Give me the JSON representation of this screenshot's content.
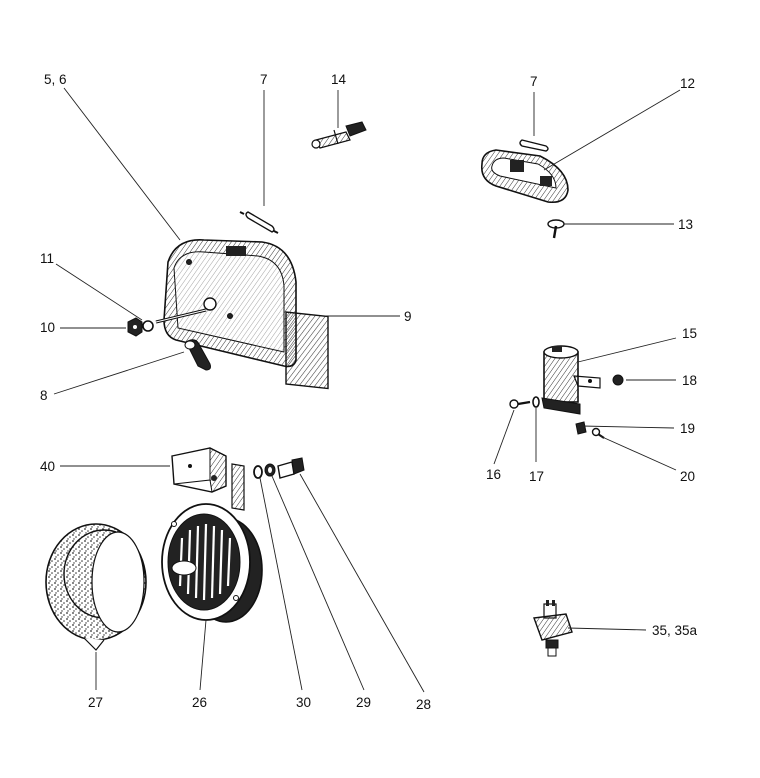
{
  "labels": {
    "l_5_6": "5, 6",
    "l_7a": "7",
    "l_14": "14",
    "l_7b": "7",
    "l_12": "12",
    "l_13": "13",
    "l_11": "11",
    "l_10": "10",
    "l_9": "9",
    "l_8": "8",
    "l_15": "15",
    "l_18": "18",
    "l_19": "19",
    "l_16": "16",
    "l_17": "17",
    "l_20": "20",
    "l_40": "40",
    "l_27": "27",
    "l_26": "26",
    "l_30": "30",
    "l_29": "29",
    "l_28": "28",
    "l_35": "35, 35a"
  }
}
